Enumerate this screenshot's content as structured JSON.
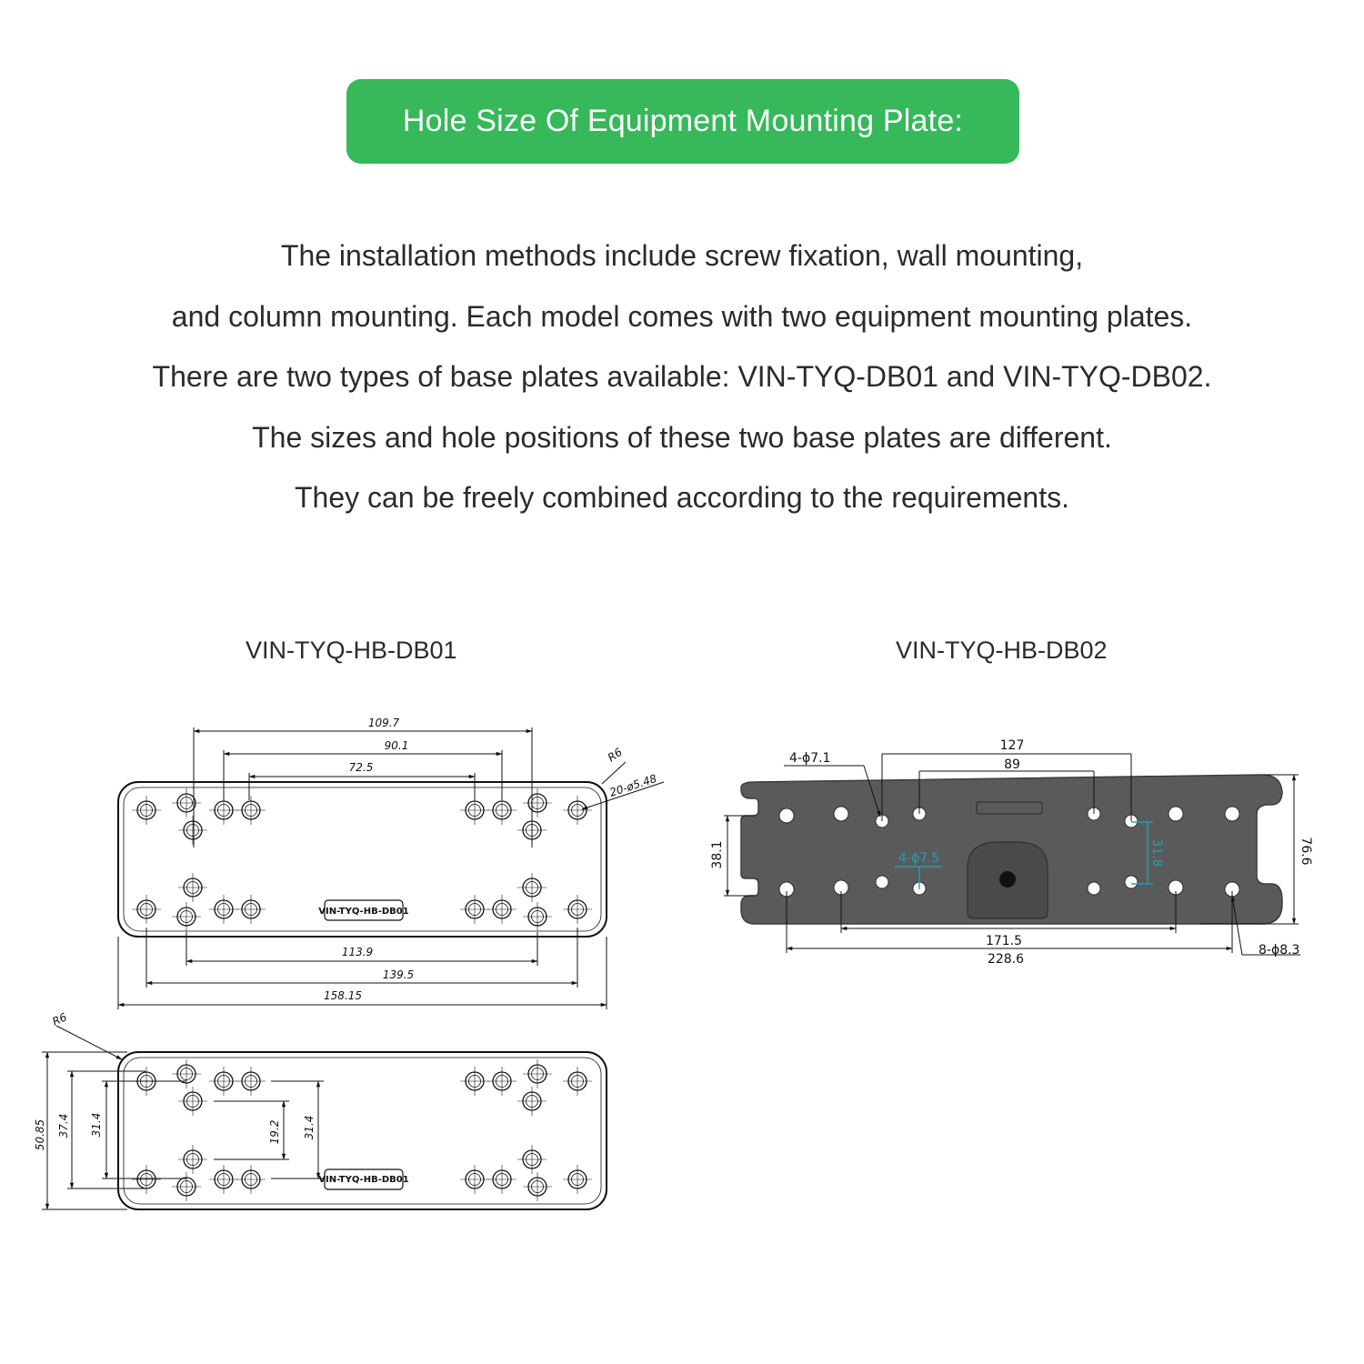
{
  "heading": "Hole Size Of Equipment Mounting Plate:",
  "intro_lines": [
    "The installation methods include screw fixation, wall mounting,",
    "and column mounting. Each model comes with two equipment mounting plates.",
    "There are two types of base plates available: VIN-TYQ-DB01 and VIN-TYQ-DB02.",
    "The sizes and hole positions of these two base plates are different.",
    "They can be freely combined according to the requirements."
  ],
  "model1": {
    "label": "VIN-TYQ-HB-DB01",
    "plate_label": "VIN-TYQ-HB-DB01",
    "top_dims": {
      "d1": "109.7",
      "d2": "90.1",
      "d3": "72.5"
    },
    "bottom_dims": {
      "d1": "113.9",
      "d2": "139.5",
      "d3": "158.15"
    },
    "radius": "R6",
    "holes_callout": "20-ø5.48",
    "side_view": {
      "radius": "R6",
      "dims": {
        "h1": "50.85",
        "h2": "37.4",
        "h3": "31.4",
        "h4": "19.2",
        "h5": "31.4"
      }
    }
  },
  "model2": {
    "label": "VIN-TYQ-HB-DB02",
    "dims": {
      "top_outer": "127",
      "top_inner": "89",
      "left": "38.1",
      "right": "76.6",
      "bottom_inner": "171.5",
      "bottom_outer": "228.6",
      "inner_vertical": "31.8"
    },
    "callouts": {
      "small_holes": "4-ϕ7.1",
      "mid_holes": "4-ϕ7.5",
      "large_holes": "8-ϕ8.3"
    },
    "plate_color": "#5a5a5a",
    "accent_color": "#1fa0b8"
  },
  "colors": {
    "badge": "#37b85a"
  }
}
